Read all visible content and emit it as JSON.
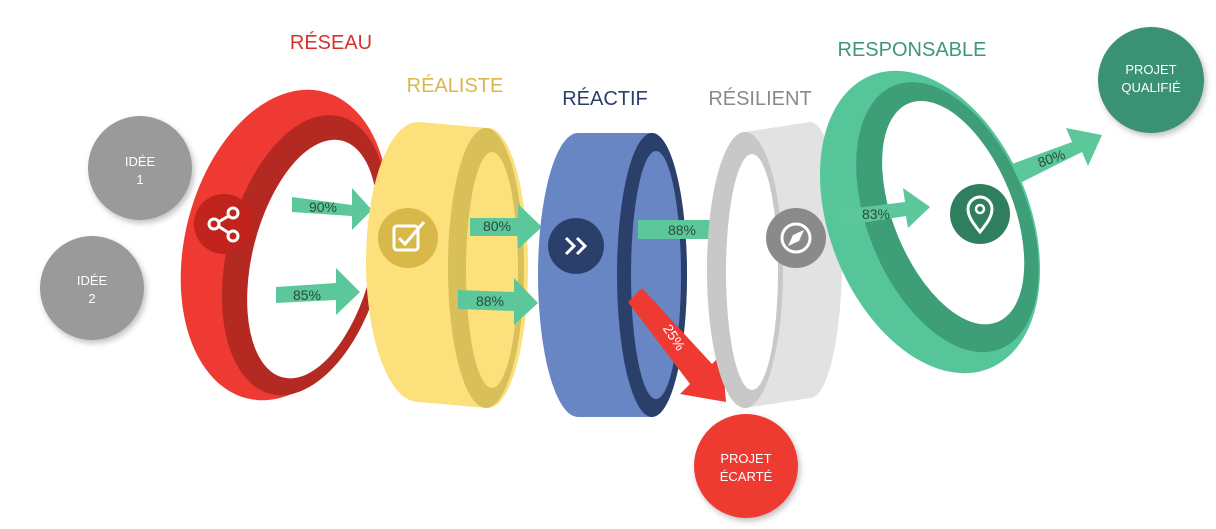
{
  "stages": {
    "reseau": {
      "label": "RÉSEAU",
      "color": "#d6312b",
      "icon": "share-icon"
    },
    "realiste": {
      "label": "RÉALISTE",
      "color": "#d9b84a",
      "icon": "checkbox-icon"
    },
    "reactif": {
      "label": "RÉACTIF",
      "color": "#2b3f6b",
      "icon": "fast-forward-icon"
    },
    "resilient": {
      "label": "RÉSILIENT",
      "color": "#8a8a8a",
      "icon": "compass-icon"
    },
    "responsable": {
      "label": "RESPONSABLE",
      "color": "#3c9a73",
      "icon": "location-pin-icon"
    }
  },
  "nodes": {
    "idea1": {
      "line1": "IDÉE",
      "line2": "1"
    },
    "idea2": {
      "line1": "IDÉE",
      "line2": "2"
    },
    "qualified": {
      "line1": "PROJET",
      "line2": "QUALIFIÉ"
    },
    "rejected": {
      "line1": "PROJET",
      "line2": "ÉCARTÉ"
    }
  },
  "flows": {
    "idea1_to_realiste": "90%",
    "idea2_to_realiste": "85%",
    "realiste_to_reactif_top": "80%",
    "realiste_to_reactif_bottom": "88%",
    "reactif_to_resilient": "88%",
    "reactif_to_rejected": "25%",
    "resilient_to_responsable": "83%",
    "responsable_to_qualified": "80%"
  }
}
